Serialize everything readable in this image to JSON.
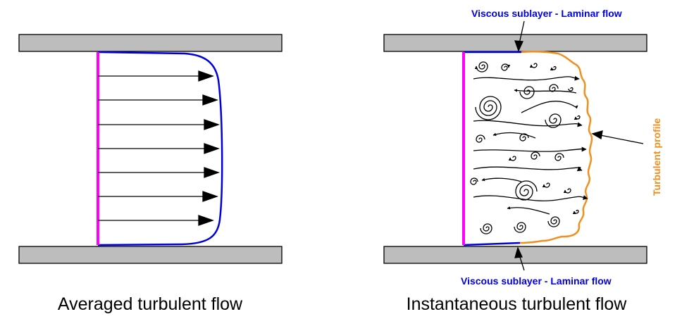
{
  "left_panel": {
    "caption": "Averaged turbulent flow"
  },
  "right_panel": {
    "caption": "Instantaneous turbulent flow",
    "top_label": "Viscous sublayer - Laminar flow",
    "bottom_label": "Viscous sublayer - Laminar flow",
    "side_label": "Turbulent profile"
  },
  "colors": {
    "wall_fill": "#bdbdbd",
    "wall_stroke": "#000000",
    "reference_line": "#ff00ff",
    "averaged_profile": "#0000dd",
    "sublayer": "#0000dd",
    "turbulent_profile": "#f0901e",
    "arrows": "#000000"
  },
  "icons": [
    "arrow-right-icon",
    "eddy-spiral-icon",
    "pointer-arrow-icon"
  ]
}
